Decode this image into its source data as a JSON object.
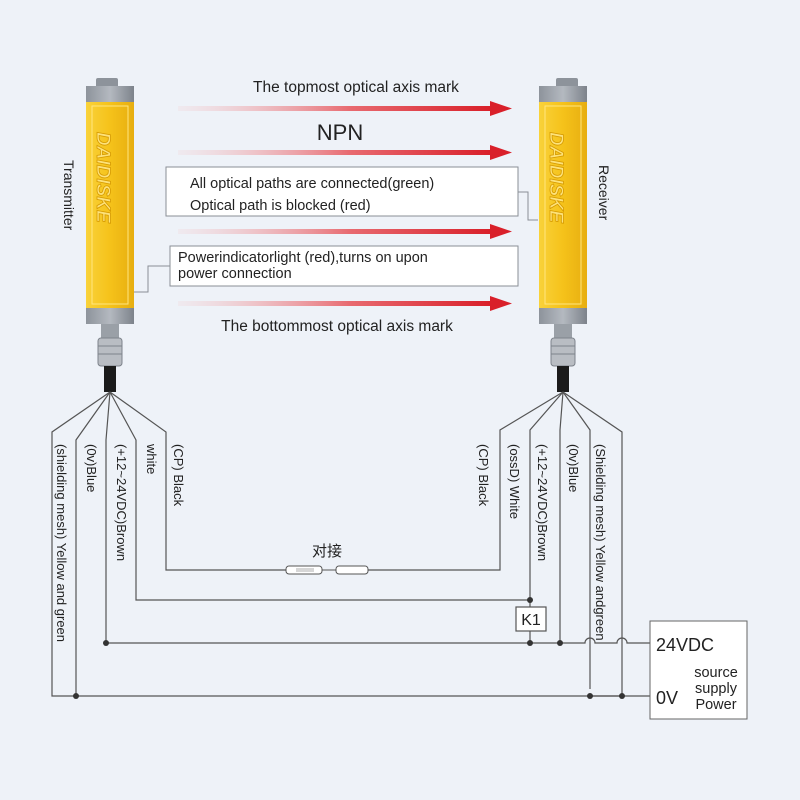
{
  "colors": {
    "background": "#eef2f8",
    "housing_yellow": "#f5c21a",
    "brand_text": "#e0a300",
    "arrow_red": "#d9202a",
    "wire": "#555555"
  },
  "title": "NPN",
  "arrows": {
    "top_label": "The topmost optical axis mark",
    "bottom_label": "The bottommost optical axis mark"
  },
  "devices": {
    "transmitter": {
      "label": "Transmitter",
      "brand": "DAIDISKE"
    },
    "receiver": {
      "label": "Receiver",
      "brand": "DAIDISKE"
    }
  },
  "annotations": {
    "indicator_line1": "All optical paths are connected(green)",
    "indicator_line2": "Optical path is blocked (red)",
    "power_line1": "Powerindicatorlight (red),turns on upon",
    "power_line2": "power connection"
  },
  "transmitter_wires": [
    "(shielding mesh) Yellow and green",
    "(0v)Blue",
    "(+12~24VDC)Brown",
    "white",
    "(CP) Black"
  ],
  "receiver_wires": [
    "(CP) Black",
    "(ossD) White",
    "(+12~24VDC)Brown",
    "(0v)Blue",
    "(Shielding mesh) Yellow andgreen"
  ],
  "connector_label": "对接",
  "relay_label": "K1",
  "power_supply": {
    "v24": "24VDC",
    "v0": "0V",
    "line1": "source",
    "line2": "supply",
    "line3": "Power"
  }
}
